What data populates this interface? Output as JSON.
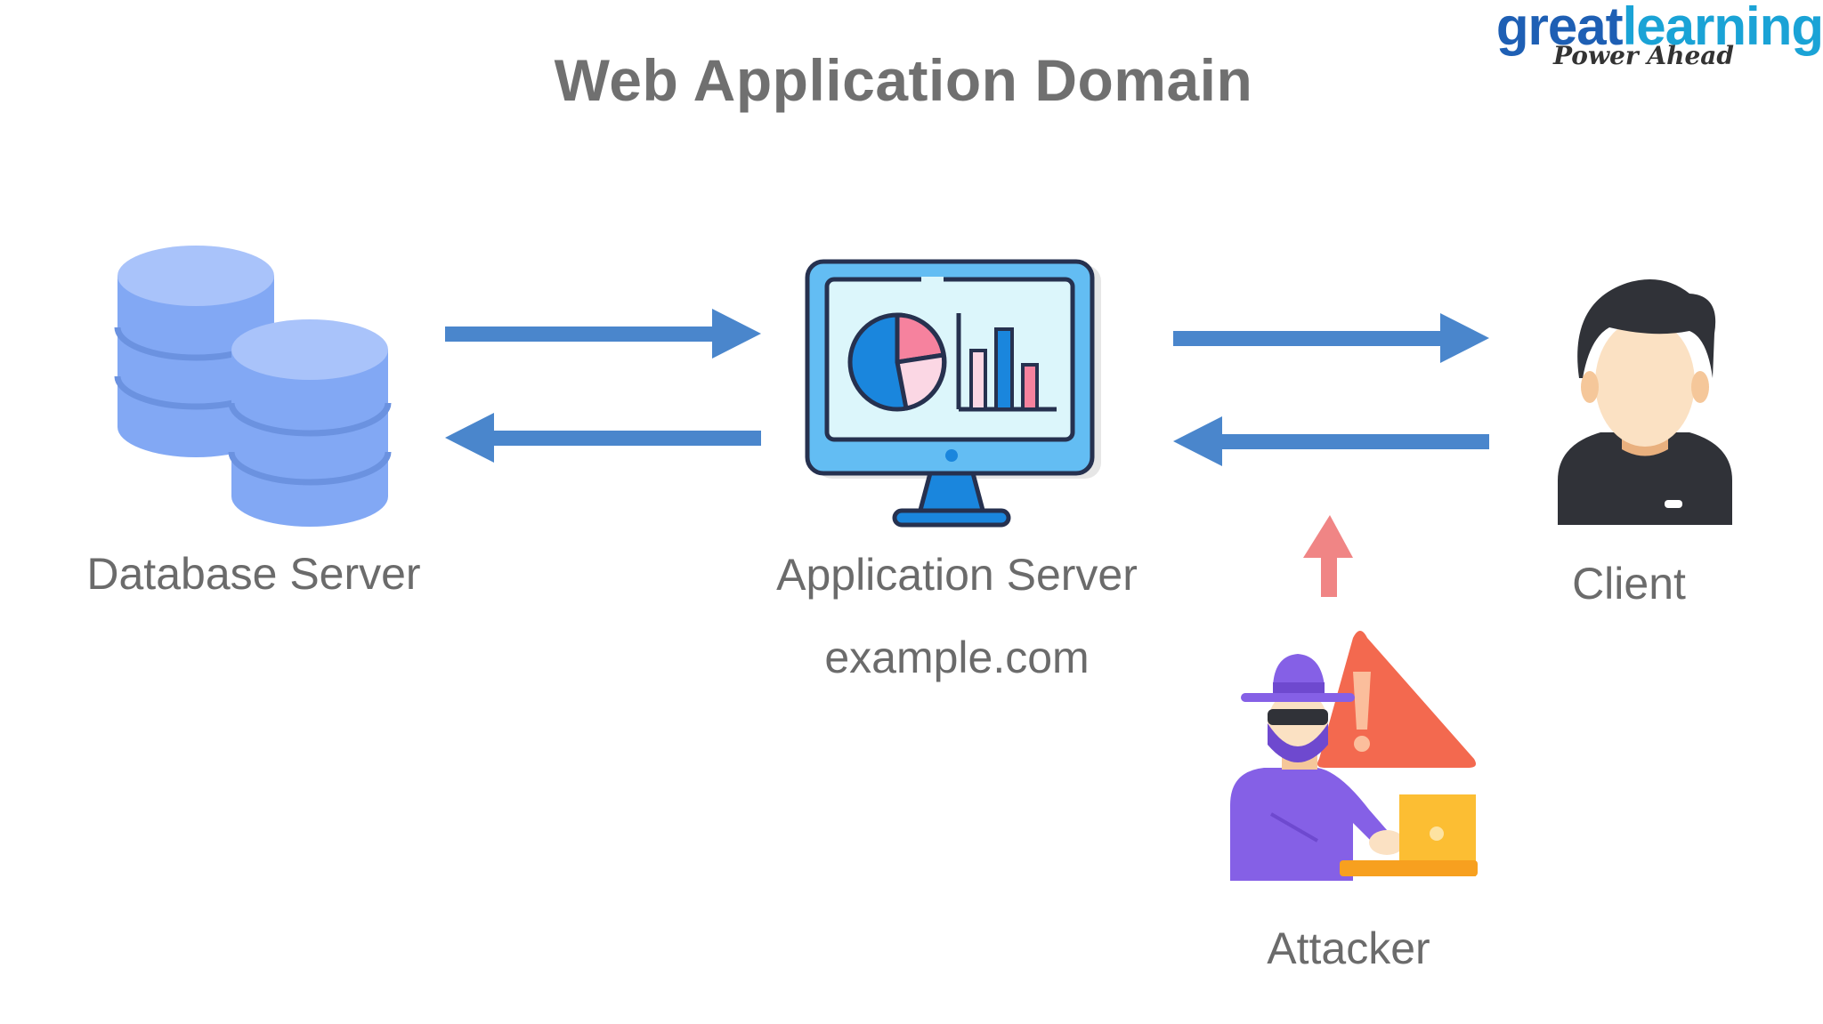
{
  "title": "Web Application Domain",
  "brand": {
    "name_part1": "great",
    "name_part2": "learning",
    "tagline": "Power Ahead"
  },
  "nodes": {
    "database": {
      "label": "Database Server",
      "icon": "database-stack-icon"
    },
    "app_server": {
      "label": "Application Server",
      "domain": "example.com",
      "icon": "monitor-dashboard-icon"
    },
    "client": {
      "label": "Client",
      "icon": "user-avatar-icon"
    },
    "attacker": {
      "label": "Attacker",
      "icon": "hacker-warning-icon"
    }
  },
  "colors": {
    "arrow": "#4a86cc",
    "attack_arrow": "#f08585",
    "title": "#707070",
    "label": "#6b6b6b",
    "db": "#82a8f4",
    "warning": "#f3694f",
    "attacker": "#8560e6"
  }
}
